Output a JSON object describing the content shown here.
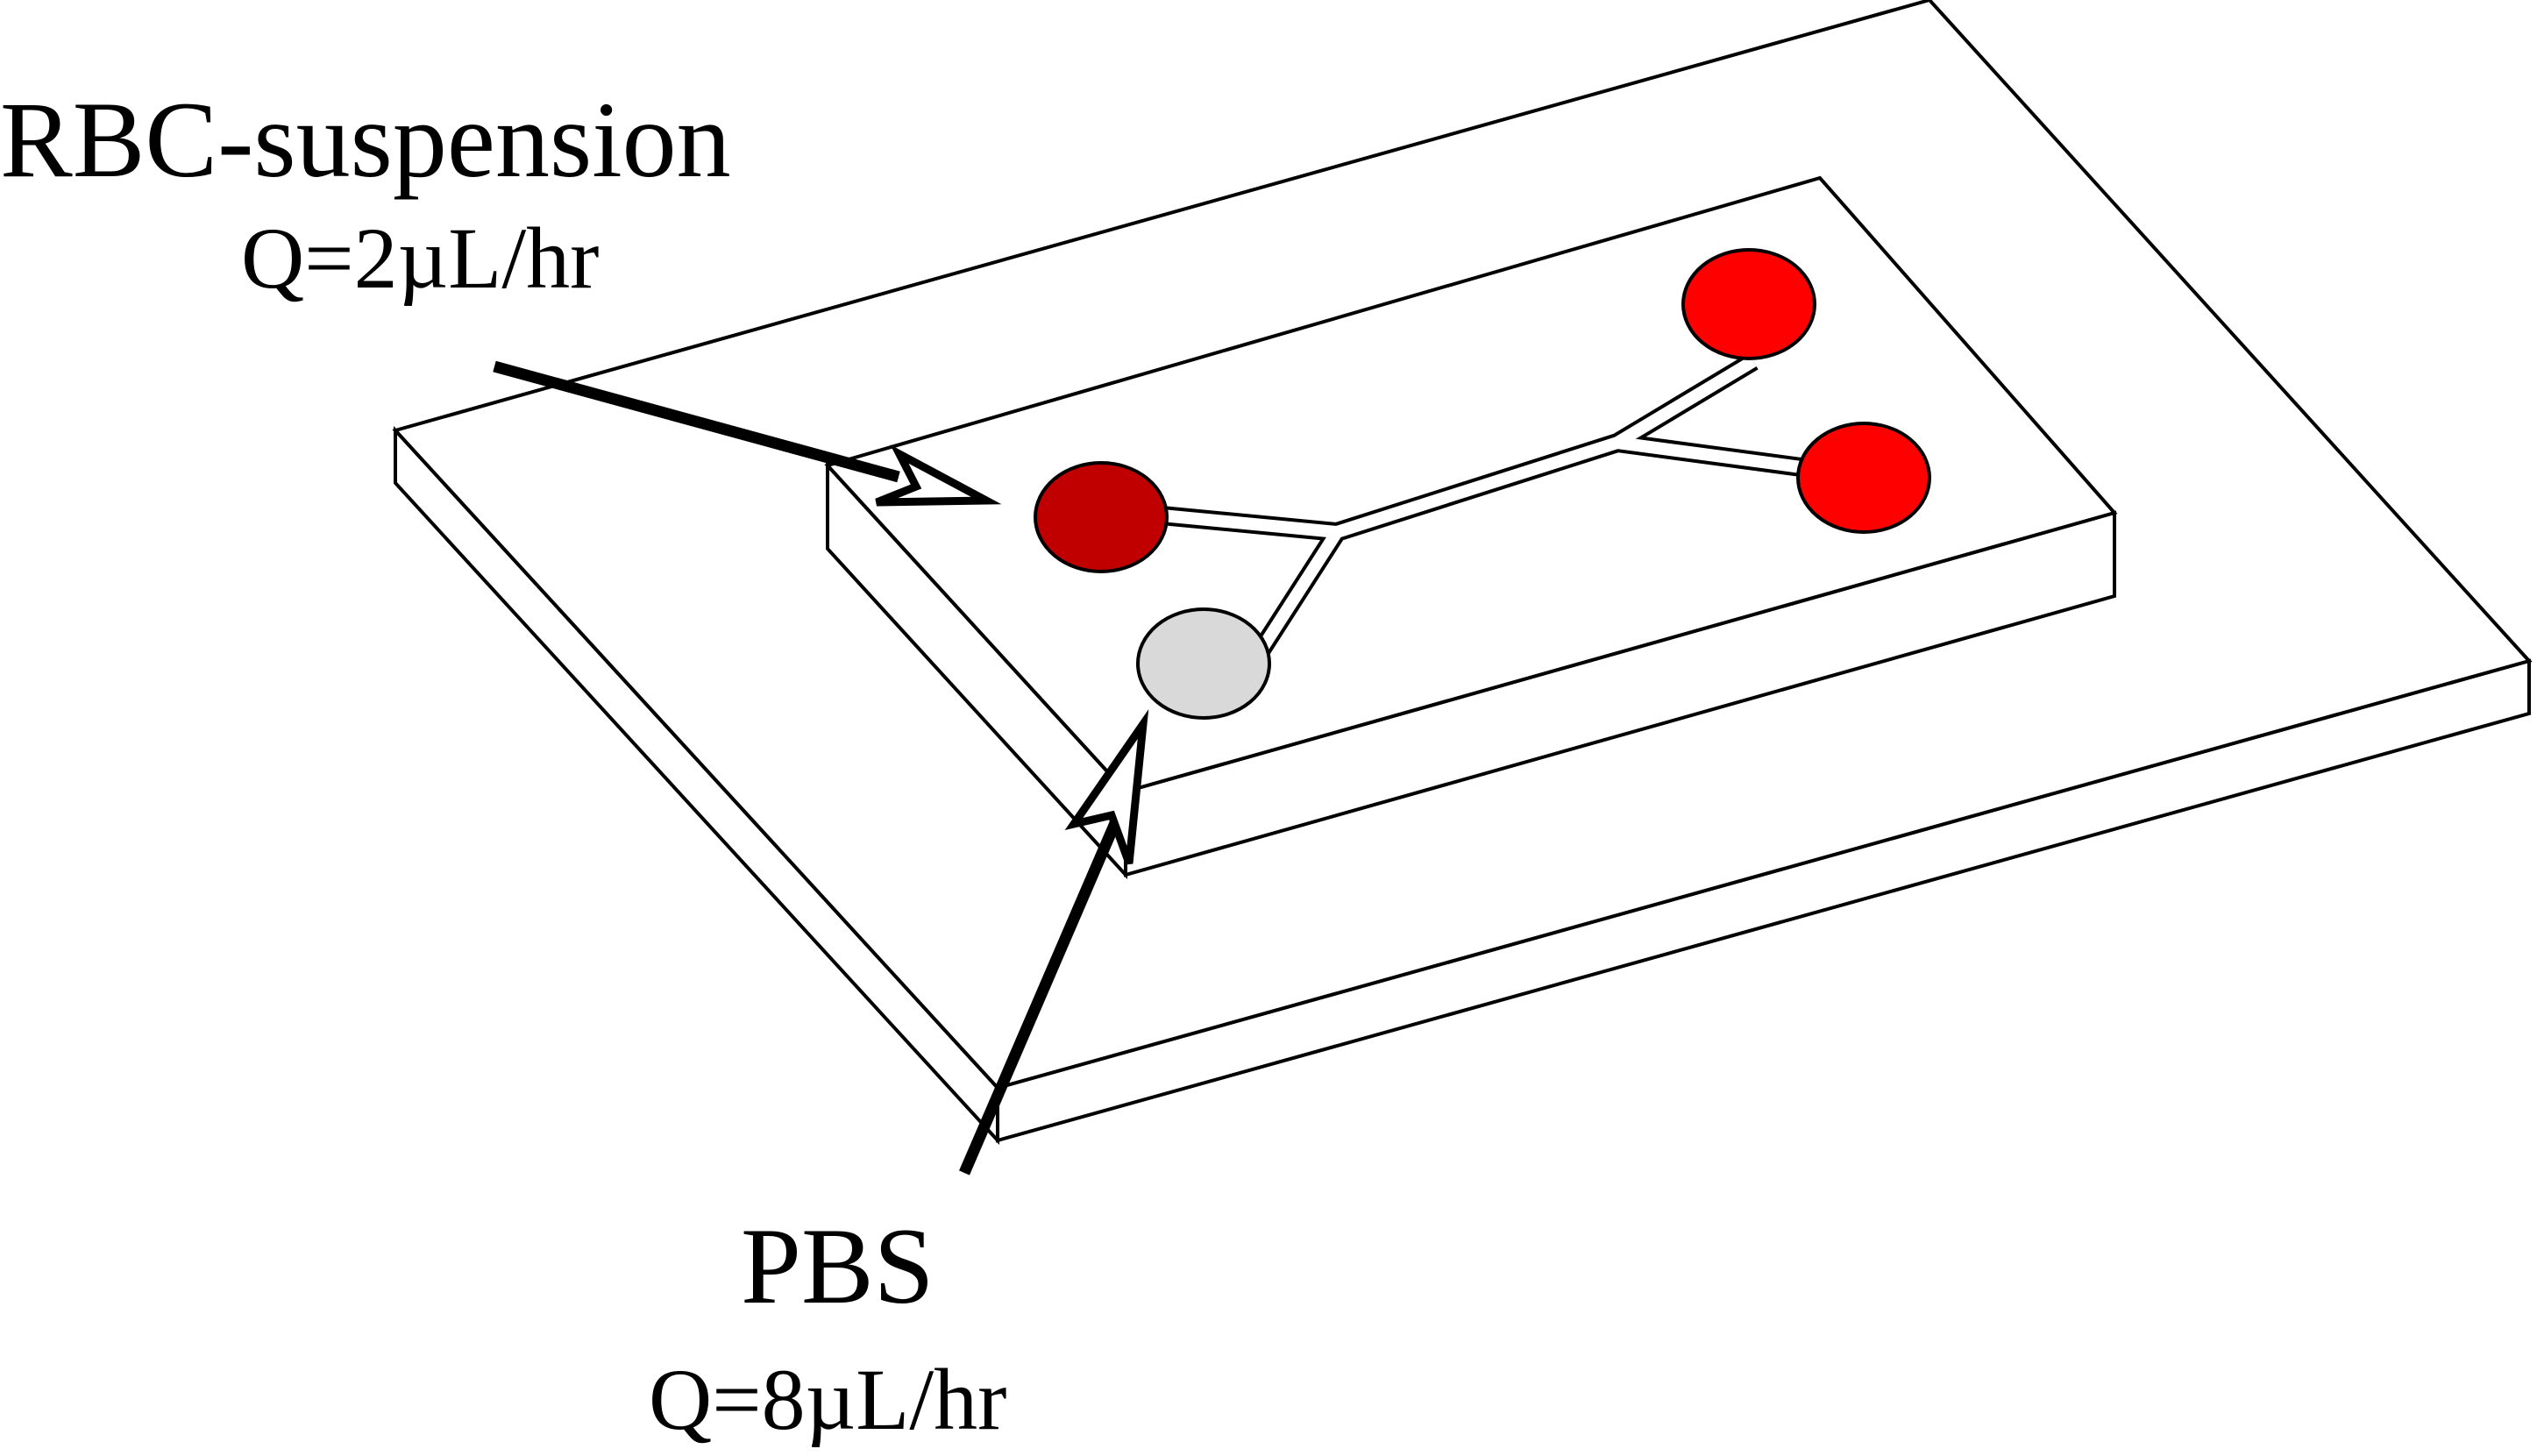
{
  "labels": {
    "rbc_name": "RBC-suspension",
    "rbc_flow": "Q=2µL/hr",
    "pbs_name": "PBS",
    "pbs_flow": "Q=8µL/hr"
  },
  "colors": {
    "rbc_inlet": "#c00000",
    "pbs_inlet": "#d9d9d9",
    "outlet_top": "#ff0000",
    "outlet_bottom": "#ff0000"
  }
}
